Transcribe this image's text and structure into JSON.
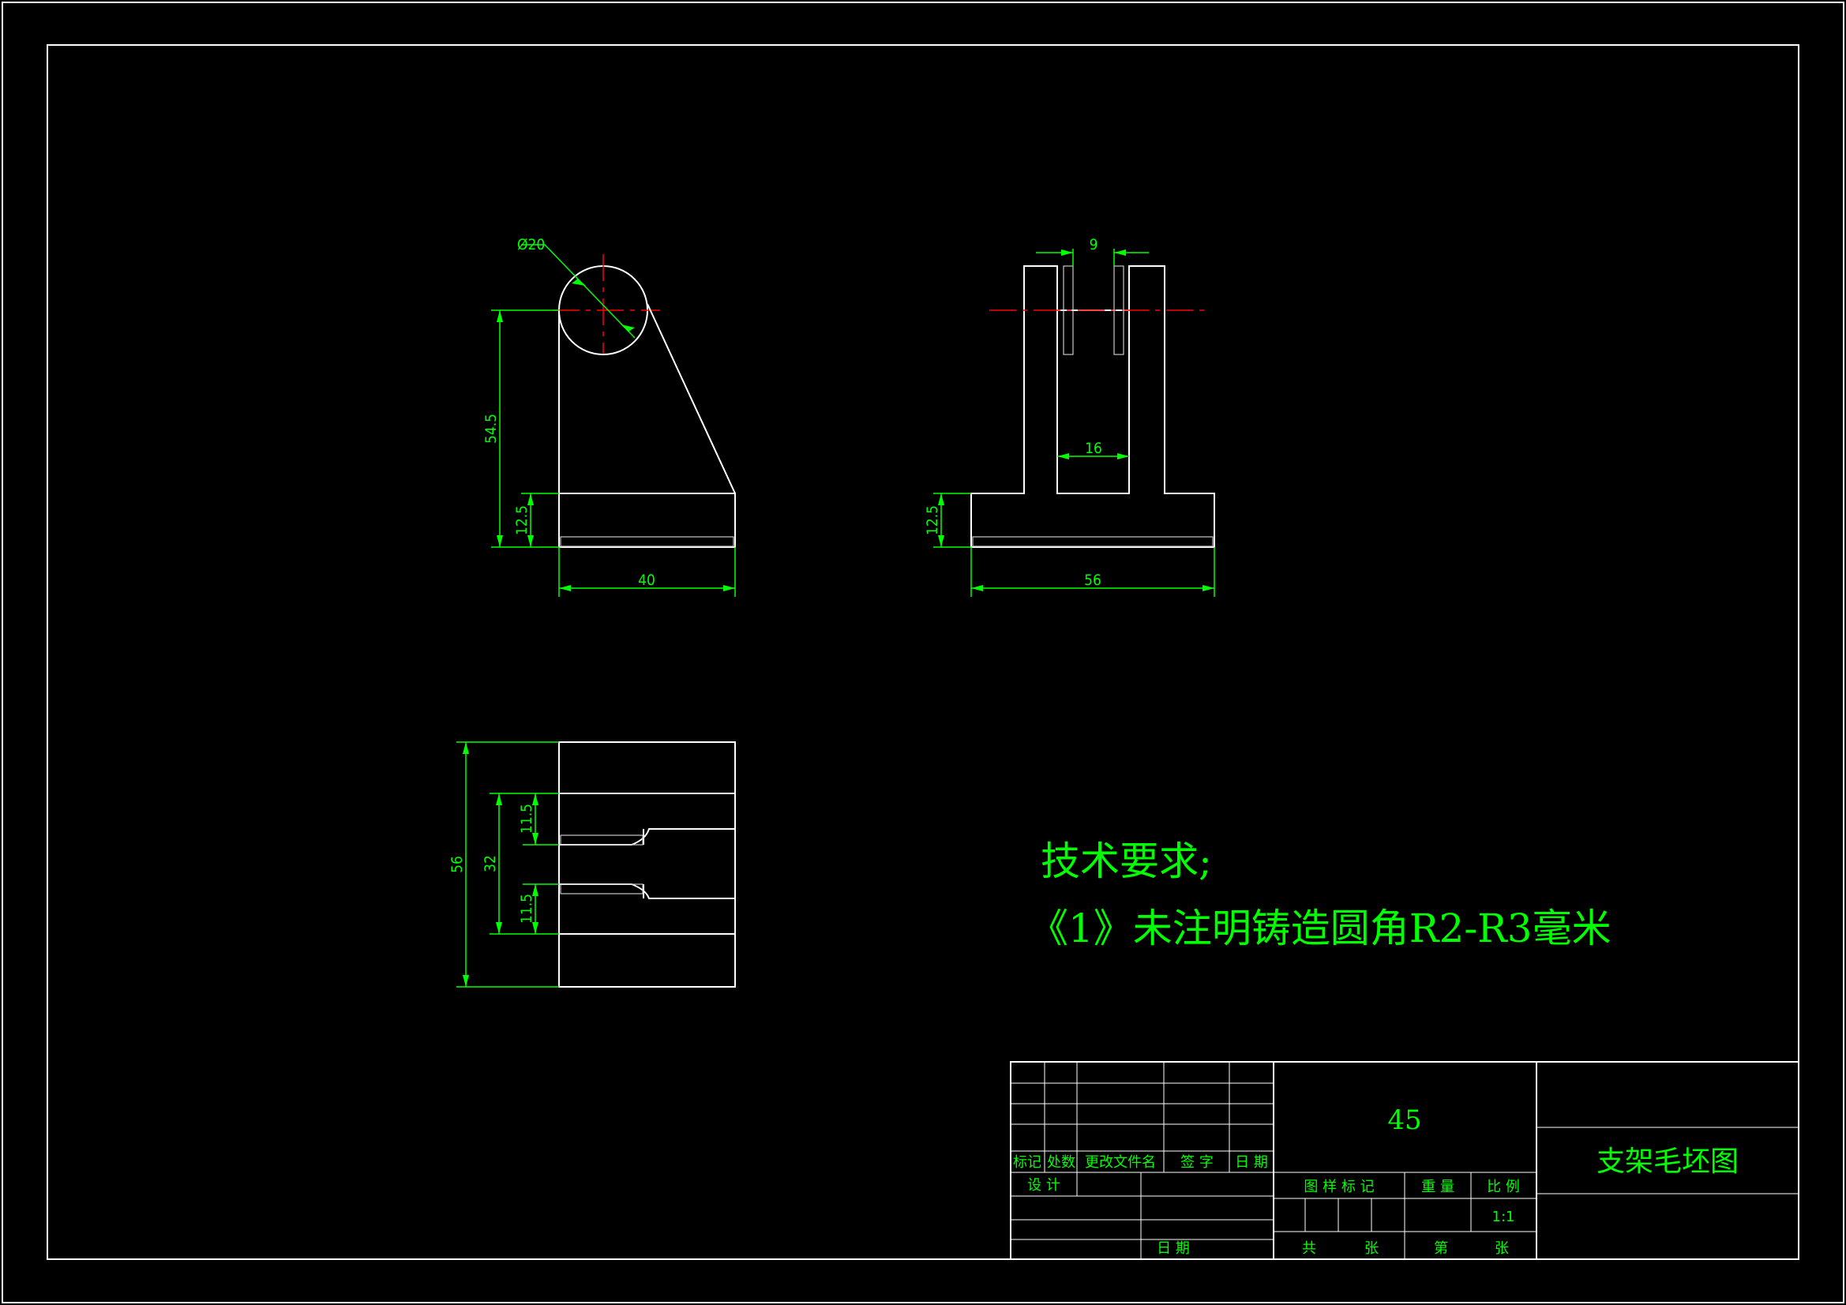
{
  "drawing": {
    "title": "支架毛坯图",
    "material": "45",
    "tech_heading": "技术要求;",
    "tech_note": "《1》未注明铸造圆角R2-R3毫米",
    "colors": {
      "background": "#000000",
      "outline": "#ffffff",
      "dimension": "#00ff00",
      "centerline": "#ff0000"
    }
  },
  "dimensions": {
    "front_dia": "Ø20",
    "front_height": "54.5",
    "front_base": "12.5",
    "front_width": "40",
    "side_gap": "9",
    "side_inner": "16",
    "side_base": "12.5",
    "side_width": "56",
    "top_depth": "56",
    "top_mid": "32",
    "top_slot1": "11.5",
    "top_slot2": "11.5"
  },
  "title_block": {
    "mark": "标记",
    "count": "处数",
    "change_doc": "更改文件名",
    "signature": "签  字",
    "date": "日  期",
    "design": "设  计",
    "date2": "日  期",
    "sample_mark": "图  样  标  记",
    "weight": "重  量",
    "scale_label": "比  例",
    "scale": "1:1",
    "total": "共",
    "sheet": "张",
    "number": "第",
    "sheet2": "张"
  }
}
